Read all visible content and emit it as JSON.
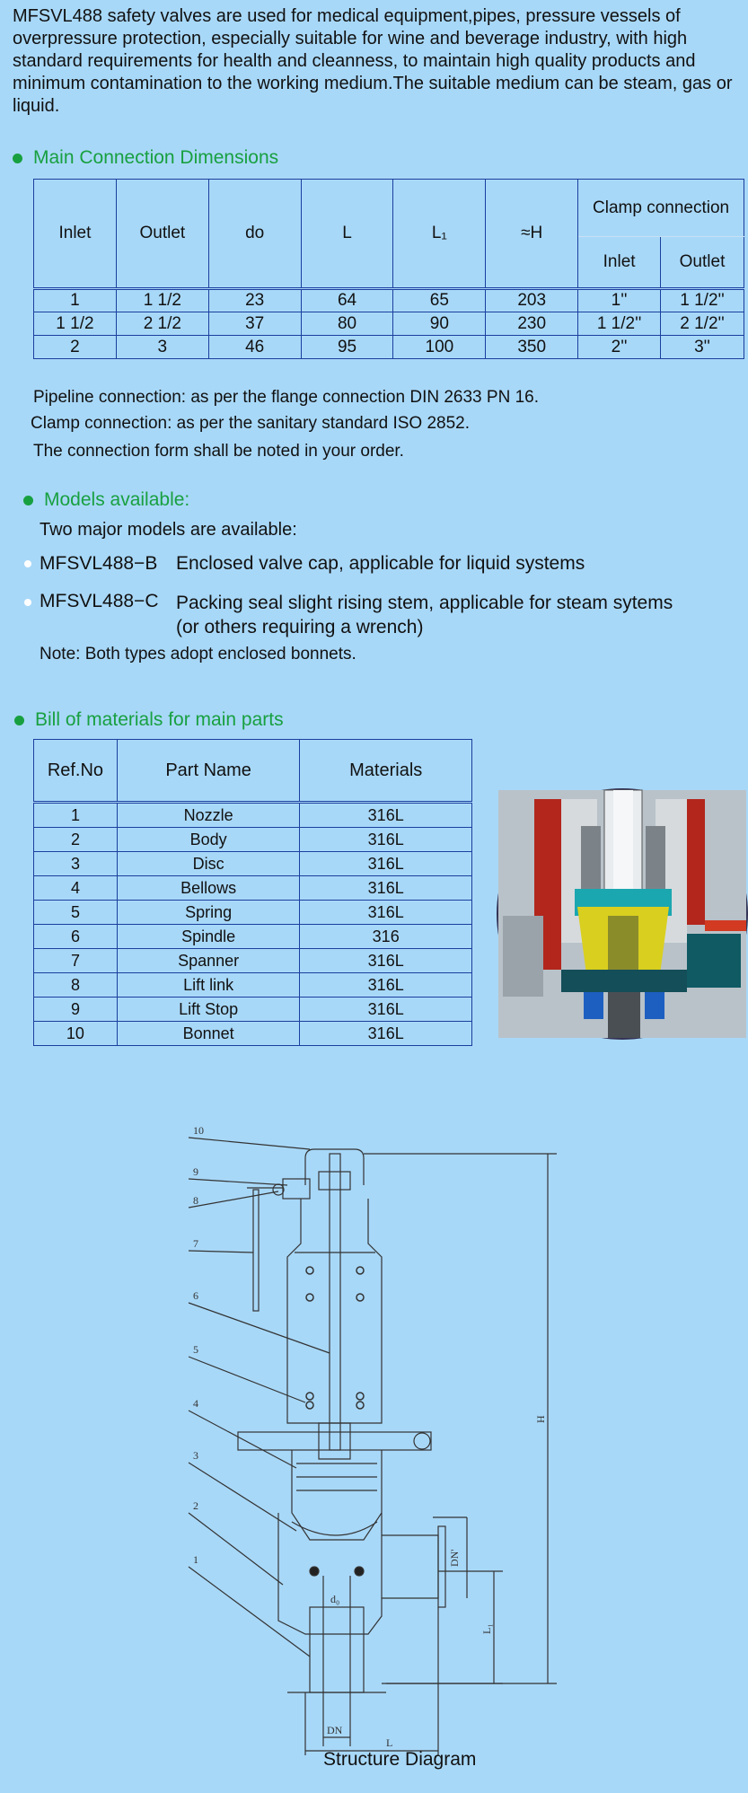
{
  "intro": "MFSVL488 safety valves are used for medical equipment,pipes, pressure vessels of overpressure protection, especially suitable for wine and beverage industry, with high standard requirements for health and cleanness, to maintain high quality products and minimum contamination to the working medium.The suitable medium can be steam, gas or liquid.",
  "sections": {
    "dimensions": "Main Connection Dimensions",
    "models": "Models available:",
    "bom": "Bill of materials for main parts"
  },
  "dimensions_table": {
    "headers": [
      "Inlet",
      "Outlet",
      "do",
      "L",
      "L₁",
      "≈H",
      "Clamp connection"
    ],
    "clamp_subheaders": [
      "Inlet",
      "Outlet"
    ],
    "rows": [
      [
        "1",
        "1 1/2",
        "23",
        "64",
        "65",
        "203",
        "1''",
        "1 1/2''"
      ],
      [
        "1 1/2",
        "2 1/2",
        "37",
        "80",
        "90",
        "230",
        "1 1/2''",
        "2 1/2''"
      ],
      [
        "2",
        "3",
        "46",
        "95",
        "100",
        "350",
        "2''",
        "3''"
      ]
    ]
  },
  "notes": [
    "Pipeline connection: as per the flange connection DIN 2633 PN 16.",
    "Clamp connection: as per the sanitary standard ISO 2852.",
    "The connection form shall be noted in your order."
  ],
  "models": {
    "lead": "Two major models are available:",
    "items": [
      {
        "code": "MFSVL488−B",
        "desc": "Enclosed valve cap, applicable for liquid systems"
      },
      {
        "code": "MFSVL488−C",
        "desc": "Packing seal slight rising stem, applicable for steam sytems\n(or others requiring a wrench)"
      }
    ],
    "note": "Note: Both types adopt enclosed bonnets."
  },
  "bom": {
    "headers": [
      "Ref.No",
      "Part Name",
      "Materials"
    ],
    "rows": [
      [
        "1",
        "Nozzle",
        "316L"
      ],
      [
        "2",
        "Body",
        "316L"
      ],
      [
        "3",
        "Disc",
        "316L"
      ],
      [
        "4",
        "Bellows",
        "316L"
      ],
      [
        "5",
        "Spring",
        "316L"
      ],
      [
        "6",
        "Spindle",
        "316"
      ],
      [
        "7",
        "Spanner",
        "316L"
      ],
      [
        "8",
        "Lift link",
        "316L"
      ],
      [
        "9",
        "Lift Stop",
        "316L"
      ],
      [
        "10",
        "Bonnet",
        "316L"
      ]
    ]
  },
  "diagram": {
    "callouts": [
      "10",
      "9",
      "8",
      "7",
      "6",
      "5",
      "4",
      "3",
      "2",
      "1"
    ],
    "dims": {
      "H": "H",
      "DN_outlet": "DN'",
      "L1": "L₁",
      "do": "d₀",
      "DN": "DN",
      "L": "L"
    }
  },
  "caption": "Structure Diagram",
  "colors": {
    "background": "#a8d8f8",
    "accent": "#18a040",
    "table_border": "#1a3f9e"
  }
}
